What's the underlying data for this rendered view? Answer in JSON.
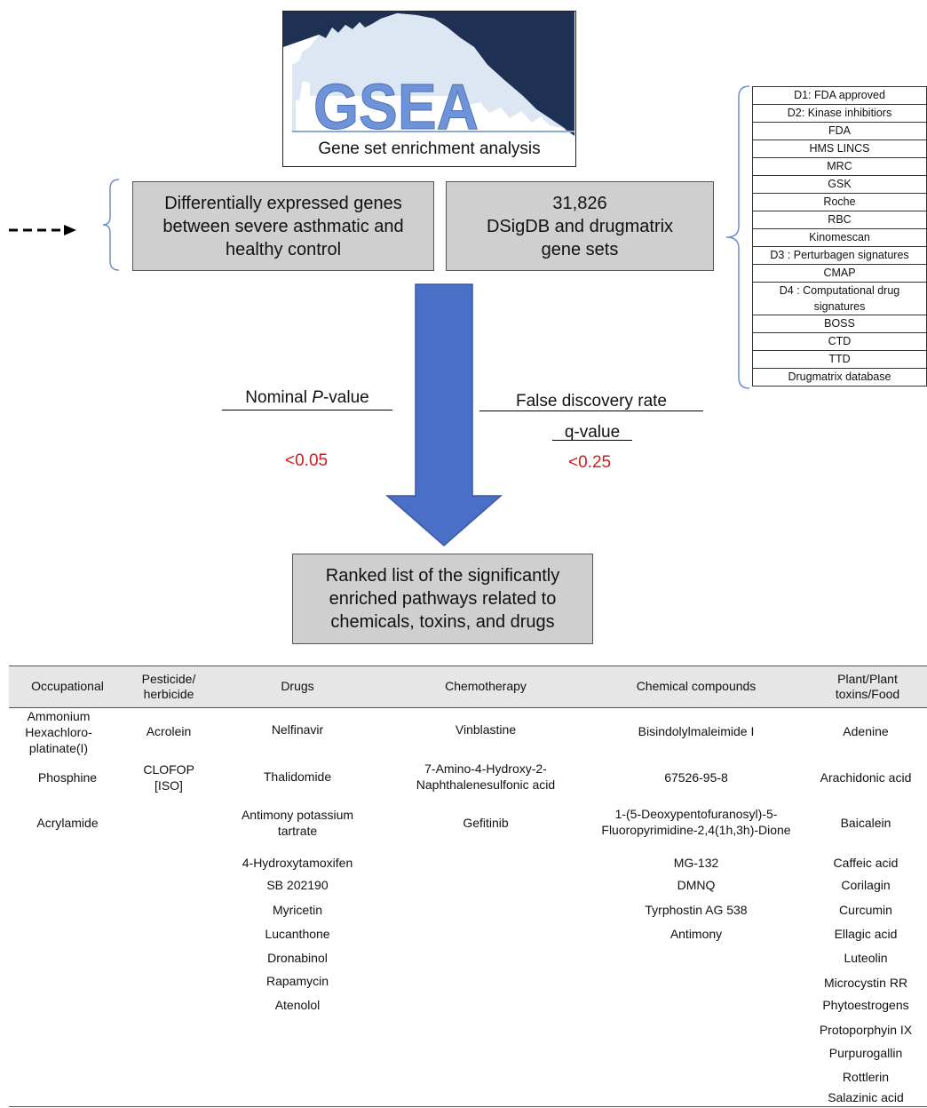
{
  "logo": {
    "wordmark": "GSEA",
    "caption": "Gene set enrichment analysis"
  },
  "boxes": {
    "degs": "Differentially expressed genes between severe asthmatic and healthy control",
    "gene_sets_count": "31,826",
    "gene_sets_desc": "DSigDB and drugmatrix gene sets",
    "ranked_list": "Ranked list of the significantly enriched pathways related to chemicals, toxins, and drugs"
  },
  "databases": [
    "D1: FDA approved",
    "D2: Kinase inhibitiors",
    "FDA",
    "HMS LINCS",
    "MRC",
    "GSK",
    "Roche",
    "RBC",
    "Kinomescan",
    "D3 : Perturbagen signatures",
    "CMAP",
    "D4 : Computational drug signatures",
    "BOSS",
    "CTD",
    "TTD",
    "Drugmatrix database"
  ],
  "thresholds": {
    "nominal_prefix": "Nominal ",
    "nominal_p": "P",
    "nominal_suffix": "-value",
    "nominal_value": "<0.05",
    "fdr_label": "False discovery rate",
    "q_label": "q-value",
    "fdr_value": "<0.25"
  },
  "colors": {
    "arrow": "#4a6fc7",
    "box_fill": "#cfcfcf",
    "threshold_red": "#d01c1c",
    "bracket": "#6b8fce"
  },
  "table": {
    "headers": [
      "Occupational",
      "Pesticide/ herbicide",
      "Drugs",
      "Chemotherapy",
      "Chemical compounds",
      "Plant/Plant toxins/Food"
    ],
    "occupational": [
      "Ammonium Hexachloro-platinate(I)",
      "Phosphine",
      "Acrylamide"
    ],
    "pesticide": [
      "Acrolein",
      "CLOFOP [ISO]"
    ],
    "drugs": [
      "Nelfinavir",
      "Thalidomide",
      "Antimony potassium tartrate",
      "4-Hydroxytamoxifen",
      "SB 202190",
      "Myricetin",
      "Lucanthone",
      "Dronabinol",
      "Rapamycin",
      "Atenolol"
    ],
    "chemotherapy": [
      "Vinblastine",
      "7-Amino-4-Hydroxy-2-Naphthalenesulfonic acid",
      "Gefitinib"
    ],
    "chemical": [
      "Bisindolylmaleimide I",
      "67526-95-8",
      "1-(5-Deoxypentofuranosyl)-5-Fluoropyrimidine-2,4(1h,3h)-Dione",
      "MG-132",
      "DMNQ",
      "Tyrphostin AG 538",
      "Antimony"
    ],
    "plant": [
      "Adenine",
      "Arachidonic acid",
      "Baicalein",
      "Caffeic acid",
      "Corilagin",
      "Curcumin",
      "Ellagic acid",
      "Luteolin",
      "Microcystin RR",
      "Phytoestrogens",
      "Protoporphyin IX",
      "Purpurogallin",
      "Rottlerin",
      "Salazinic acid"
    ]
  }
}
